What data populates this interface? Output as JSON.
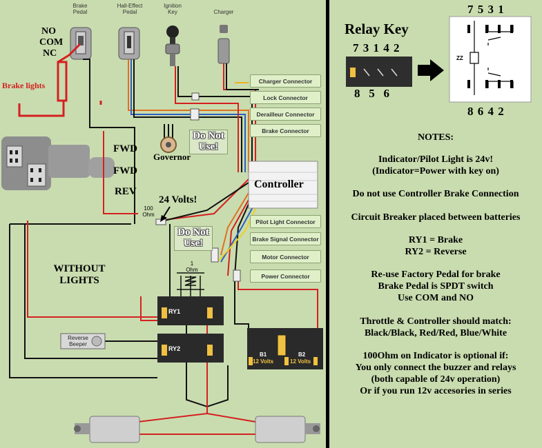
{
  "components": {
    "brake_pedal": "Brake\nPedal",
    "hall_effect_pedal": "Hall-Effect\nPedal",
    "ignition_key": "Ignition\nKey",
    "charger": "Charger"
  },
  "switch_labels": [
    "NO",
    "COM",
    "NC"
  ],
  "brake_lights": "Brake lights",
  "connectors": [
    "Charger Connector",
    "Lock Connector",
    "Derailleur Connector",
    "Brake Connector",
    "Pilot Light Connector",
    "Brake Signal Connector",
    "Motor Connector",
    "Power Connector"
  ],
  "do_not_use": "Do Not\nUse!",
  "governor": "Governor",
  "direction": [
    "FWD",
    "FWD",
    "REV"
  ],
  "controller": "Controller",
  "volts_24": "24 Volts!",
  "resistor_100": "100\nOhm",
  "resistor_1": "1\nOhm",
  "without_lights": "WITHOUT\nLIGHTS",
  "relays": {
    "ry1": "RY1",
    "ry2": "RY2"
  },
  "reverse_beeper": "Reverse\nBeeper",
  "batteries": [
    {
      "name": "B1",
      "voltage": "12 Volts"
    },
    {
      "name": "B2",
      "voltage": "12 Volts"
    }
  ],
  "relay_key": {
    "title": "Relay Key",
    "top_pins": "7 3 1 4 2",
    "bottom_pins": "8   5   6",
    "diagram_top": "7 5 3 1",
    "diagram_bottom": "8 6 4 2",
    "coil_label": "ZZ"
  },
  "notes": [
    "NOTES:",
    "Indicator/Pilot Light is 24v!",
    "(Indicator=Power with key on)",
    "Do not use Controller Brake Connection",
    "Circuit Breaker placed between batteries",
    "RY1 = Brake",
    "RY2 = Reverse",
    "Re-use Factory Pedal for brake",
    "Brake Pedal is SPDT switch",
    "Use COM and NO",
    "Throttle & Controller should match:",
    "Black/Black, Red/Red, Blue/White",
    "100Ohm on Indicator is optional if:",
    "You only connect the buzzer and relays",
    "(both capable of 24v operation)",
    "Or if you run 12v accesories in series"
  ],
  "colors": {
    "background": "#c9dcaf",
    "divider": "#000000",
    "wire_red": "#d42020",
    "wire_black": "#111111",
    "connector_fill": "#dff0c9"
  }
}
